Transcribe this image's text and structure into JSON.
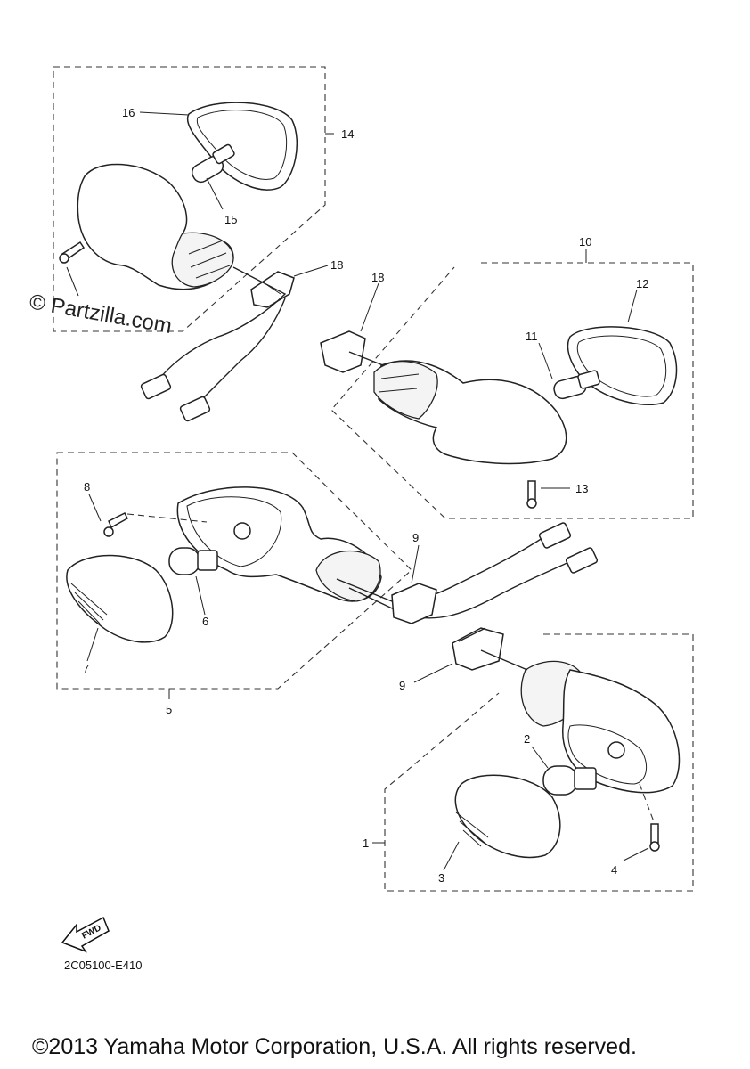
{
  "watermark": "© Partzilla.com",
  "labels": {
    "c1": "1",
    "c2": "2",
    "c3": "3",
    "c4": "4",
    "c5": "5",
    "c6": "6",
    "c7": "7",
    "c8": "8",
    "c9a": "9",
    "c9b": "9",
    "c10": "10",
    "c11": "11",
    "c12": "12",
    "c13": "13",
    "c14": "14",
    "c15": "15",
    "c16": "16",
    "c18a": "18",
    "c18b": "18"
  },
  "fwd_badge": "FWD",
  "diagram_code": "2C05100-E410",
  "copyright": "©2013 Yamaha Motor Corporation, U.S.A. All rights reserved."
}
